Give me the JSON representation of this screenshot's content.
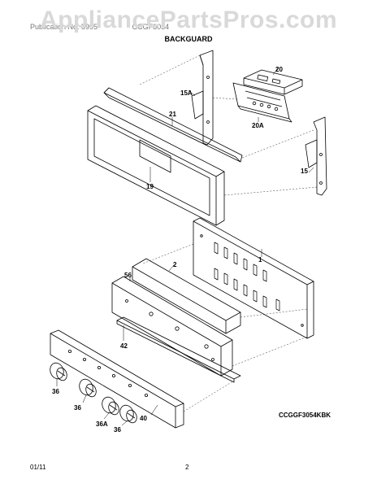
{
  "watermark": "AppliancePartsPros.com",
  "header": {
    "left": "Publication No. 5995",
    "right": "CCGF3054"
  },
  "section_title": "BACKGUARD",
  "part_labels": {
    "p20": "20",
    "p15A": "15A",
    "p21": "21",
    "p20A": "20A",
    "p15": "15",
    "p19": "19",
    "p1": "1",
    "p2": "2",
    "p56": "56",
    "p42": "42",
    "p36a": "36",
    "p36b": "36",
    "p36A": "36A",
    "p36c": "36",
    "p40": "40"
  },
  "model_code": "CCGGF3054KBK",
  "footer": {
    "date": "01/11",
    "page": "2"
  }
}
